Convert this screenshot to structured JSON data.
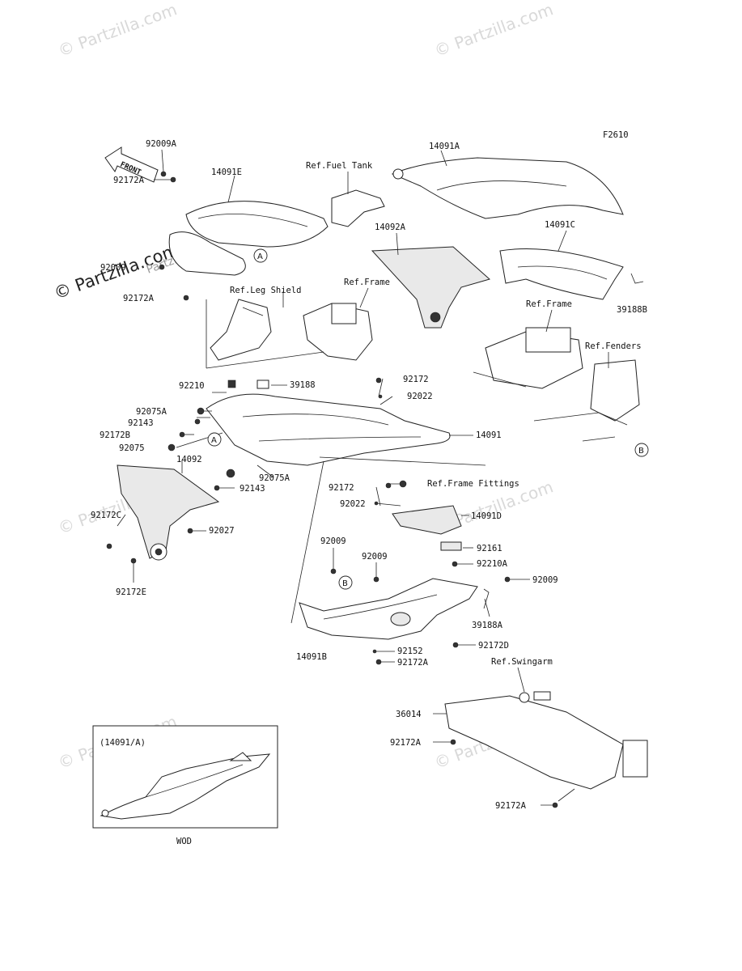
{
  "diagram_code": "F2610",
  "front_arrow_label": "FRONT",
  "watermarks": {
    "text": "© Partzilla.com",
    "left_text": "© Partzilla.com",
    "inline_text": "Partzilla.com"
  },
  "refs": {
    "fuel_tank": "Ref.Fuel Tank",
    "leg_shield": "Ref.Leg Shield",
    "frame_1": "Ref.Frame",
    "frame_2": "Ref.Frame",
    "fenders": "Ref.Fenders",
    "frame_fittings": "Ref.Frame Fittings",
    "swingarm": "Ref.Swingarm"
  },
  "parts": {
    "p92009A": "92009A",
    "p14091E": "14091E",
    "p92172A_1": "92172A",
    "p92009_1": "92009",
    "p92172A_2": "92172A",
    "p14091A": "14091A",
    "p14092A": "14092A",
    "p14091C": "14091C",
    "p39188B": "39188B",
    "p92210": "92210",
    "p39188": "39188",
    "p92172_1": "92172",
    "p92022_1": "92022",
    "p92075A_1": "92075A",
    "p92143_1": "92143",
    "p92172B": "92172B",
    "p92075": "92075",
    "p14091": "14091",
    "p14092": "14092",
    "p92075A_2": "92075A",
    "p92143_2": "92143",
    "p92172C": "92172C",
    "p92027": "92027",
    "p92172E": "92172E",
    "p92172_2": "92172",
    "p92022_2": "92022",
    "p14091D": "14091D",
    "p92009_2": "92009",
    "p92009_3": "92009",
    "p92161": "92161",
    "p92210A": "92210A",
    "p92009_4": "92009",
    "p39188A": "39188A",
    "p14091B": "14091B",
    "p92152": "92152",
    "p92172D": "92172D",
    "p92172A_3": "92172A",
    "p36014": "36014",
    "p92172A_4": "92172A",
    "p92172A_5": "92172A"
  },
  "callouts": {
    "a": "A",
    "b": "B"
  },
  "inset": {
    "title": "(14091/A)",
    "caption": "WOD"
  }
}
